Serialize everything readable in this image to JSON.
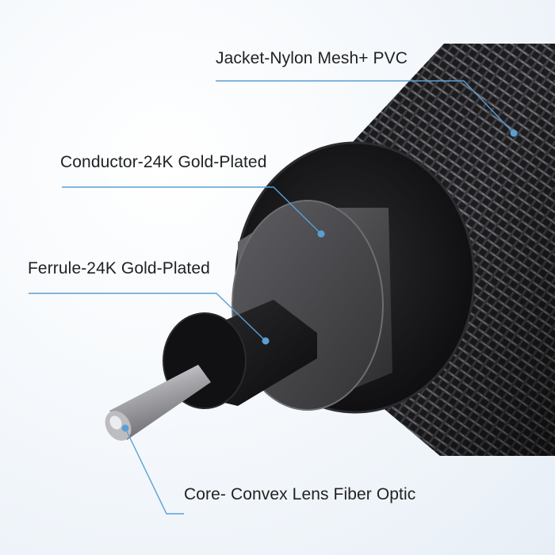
{
  "labels": {
    "jacket": "Jacket-Nylon Mesh+ PVC",
    "conductor": "Conductor-24K Gold-Plated",
    "ferrule": "Ferrule-24K Gold-Plated",
    "core": "Core- Convex Lens Fiber Optic"
  },
  "colors": {
    "leader_line": "#5a9fd4",
    "cable_dark": "#1b1b1d",
    "conductor_gray": "#4a4a4d",
    "core_silver": "#c9c9cc"
  }
}
